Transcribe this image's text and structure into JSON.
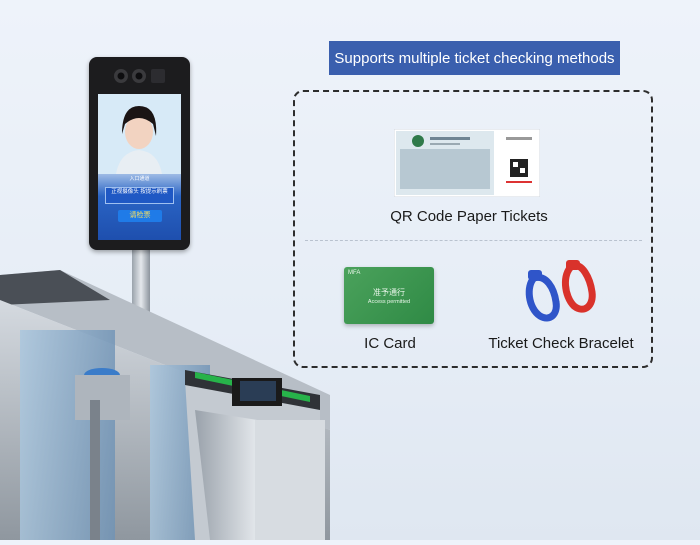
{
  "banner": {
    "title": "Supports multiple ticket checking methods"
  },
  "methods": {
    "qr": {
      "label": "QR Code Paper Tickets"
    },
    "ic": {
      "label": "IC Card",
      "card_brand": "MFA",
      "card_cn": "准予通行",
      "card_en": "Access permitted"
    },
    "bracelet": {
      "label": "Ticket Check Bracelet"
    }
  },
  "device": {
    "screen_header": "入口通道",
    "screen_message": "正视摄像头 按提示刷票",
    "screen_button": "请检票"
  },
  "colors": {
    "banner_bg": "#3a5fae",
    "ic_card": "#3f9a52",
    "bracelet_blue": "#2f55c9",
    "bracelet_red": "#d9322b",
    "turnstile_led": "#27b34a"
  }
}
